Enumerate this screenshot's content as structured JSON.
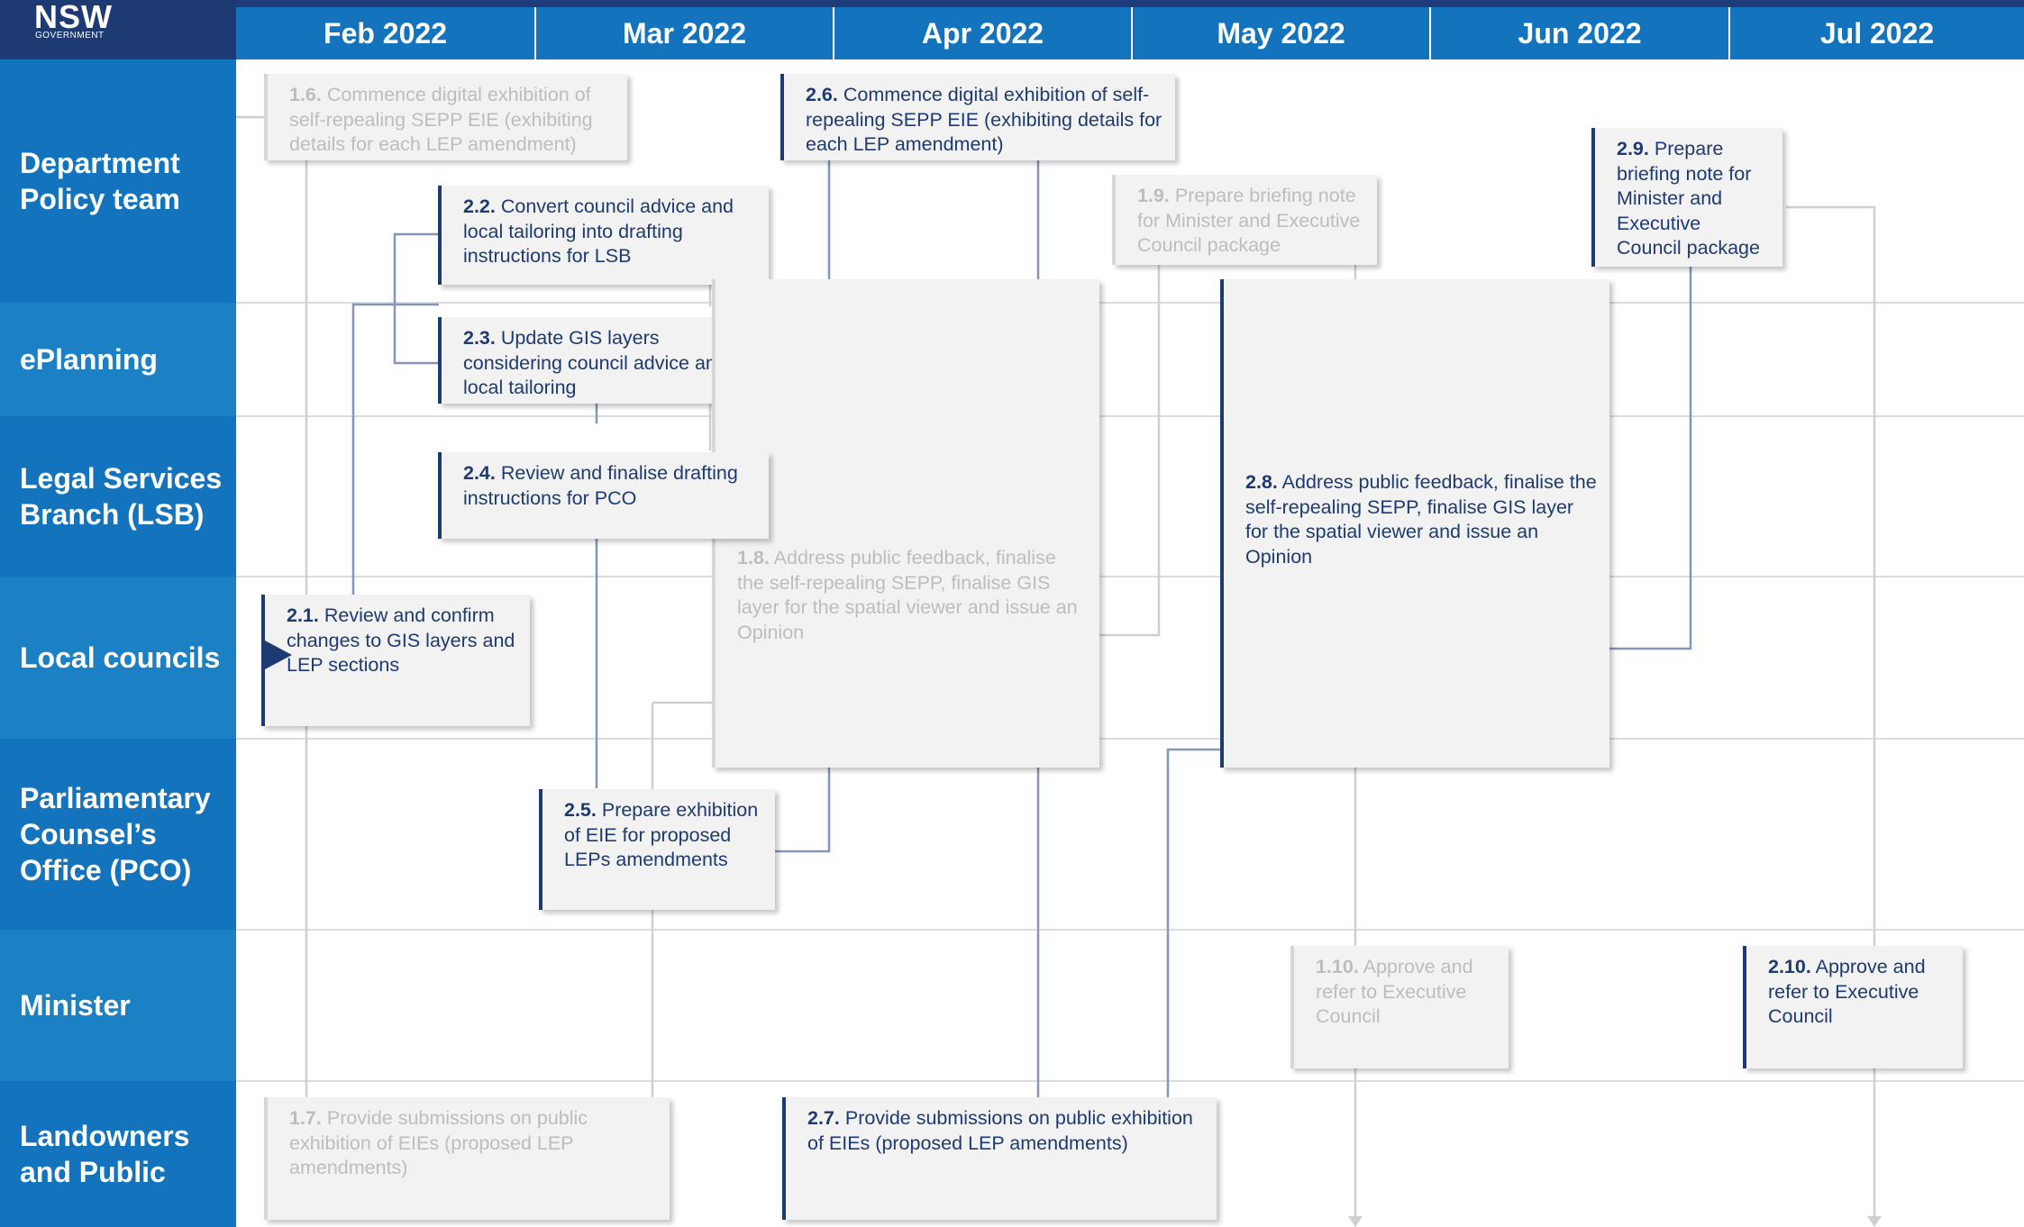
{
  "logo": {
    "line1": "NSW",
    "line2": "GOVERNMENT"
  },
  "months": [
    "Feb 2022",
    "Mar 2022",
    "Apr 2022",
    "May 2022",
    "Jun 2022",
    "Jul 2022"
  ],
  "lanes": [
    "Department Policy team",
    "ePlanning",
    "Legal Services Branch (LSB)",
    "Local councils",
    "Parliamentary Counsel’s Office (PCO)",
    "Minister",
    "Landowners and Public"
  ],
  "tasks": {
    "t1_6": {
      "num": "1.6.",
      "text": " Commence digital exhibition of self-repealing SEPP EIE (exhibiting details for each LEP amendment)"
    },
    "t2_6": {
      "num": "2.6.",
      "text": " Commence digital exhibition of self-repealing SEPP EIE (exhibiting details for each LEP amendment)"
    },
    "t2_2": {
      "num": "2.2.",
      "text": " Convert council advice and local tailoring into drafting instructions for LSB"
    },
    "t1_9": {
      "num": "1.9.",
      "text": " Prepare briefing note for Minister and Executive Council package"
    },
    "t2_9": {
      "num": "2.9.",
      "text": " Prepare briefing note for Minister and Executive Council package"
    },
    "t2_3": {
      "num": "2.3.",
      "text": " Update GIS layers considering council advice and local tailoring"
    },
    "t2_4": {
      "num": "2.4.",
      "text": " Review and finalise drafting instructions for PCO"
    },
    "t1_8": {
      "num": "1.8.",
      "text": " Address public feedback, finalise the self-repealing SEPP, finalise GIS layer for the spatial viewer and issue an Opinion"
    },
    "t2_8": {
      "num": "2.8.",
      "text": " Address public feedback, finalise the self-repealing SEPP, finalise GIS layer for the spatial viewer and issue an Opinion"
    },
    "t2_1": {
      "num": "2.1.",
      "text": " Review and confirm changes to GIS layers and LEP sections"
    },
    "t2_5": {
      "num": "2.5.",
      "text": " Prepare exhibition of EIE for proposed LEPs amendments"
    },
    "t1_10": {
      "num": "1.10.",
      "text": " Approve and refer to Executive Council"
    },
    "t2_10": {
      "num": "2.10.",
      "text": " Approve and refer to Executive Council"
    },
    "t1_7": {
      "num": "1.7.",
      "text": " Provide submissions on public exhibition of EIEs (proposed LEP amendments)"
    },
    "t2_7": {
      "num": "2.7.",
      "text": " Provide submissions on public exhibition of EIEs (proposed LEP amendments)"
    }
  },
  "colors": {
    "navy": "#1e3a72",
    "blue": "#1374bd",
    "connector": "#8497b8",
    "faded_connector": "#d0d0d0",
    "box_bg": "#f2f2f2"
  }
}
